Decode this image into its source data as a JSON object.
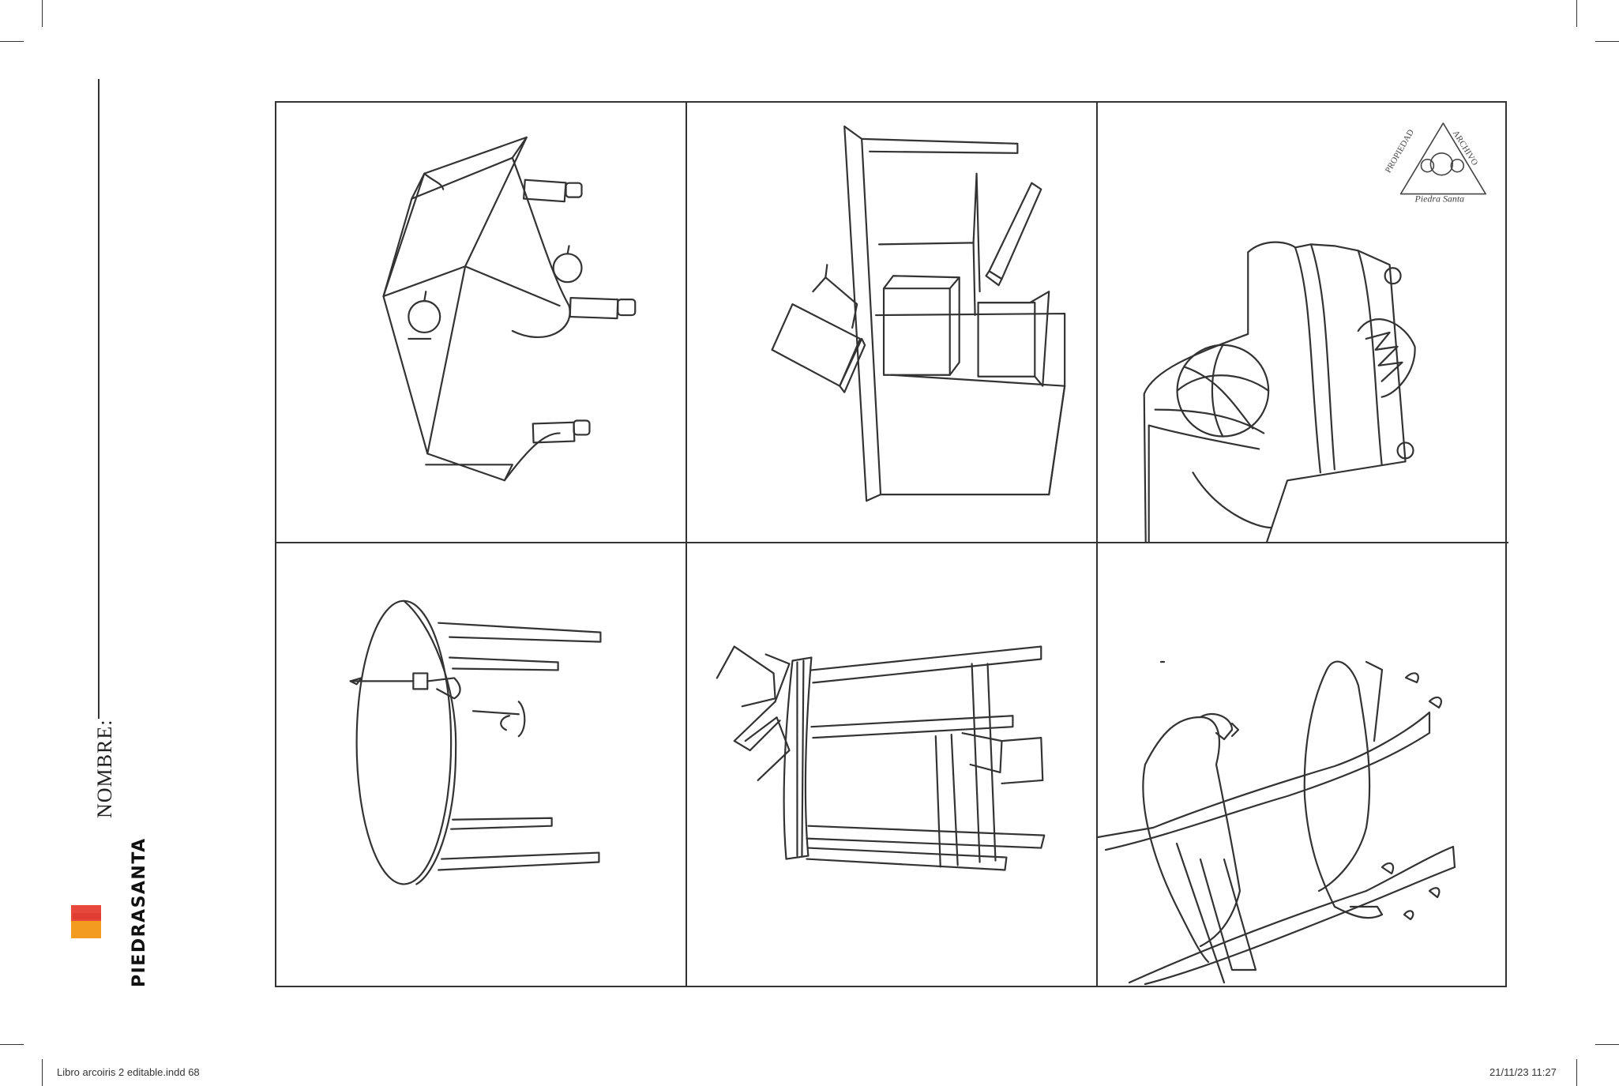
{
  "page": {
    "name_label": "NOMBRE:",
    "brand": "PIEDRASANTA",
    "brand_colors": {
      "red": "#e8473c",
      "orange": "#f29b1f",
      "yellow": "#ffc933"
    }
  },
  "stamp": {
    "top_text": "PROPIEDAD",
    "right_text": "ARCHIVO",
    "bottom_text": "Piedra Santa"
  },
  "grid": {
    "rows": 2,
    "cols": 3,
    "cells": [
      {
        "icon": "covered-table-with-apples-drawing"
      },
      {
        "icon": "desk-with-books-drawing"
      },
      {
        "icon": "armchair-with-ball-drawing"
      },
      {
        "icon": "round-table-with-candlesticks-drawing"
      },
      {
        "icon": "stool-with-bows-drawing"
      },
      {
        "icon": "parrots-on-branch-drawing"
      }
    ]
  },
  "footer": {
    "file": "Libro arcoiris 2 editable.indd   68",
    "datetime": "21/11/23   11:27"
  }
}
